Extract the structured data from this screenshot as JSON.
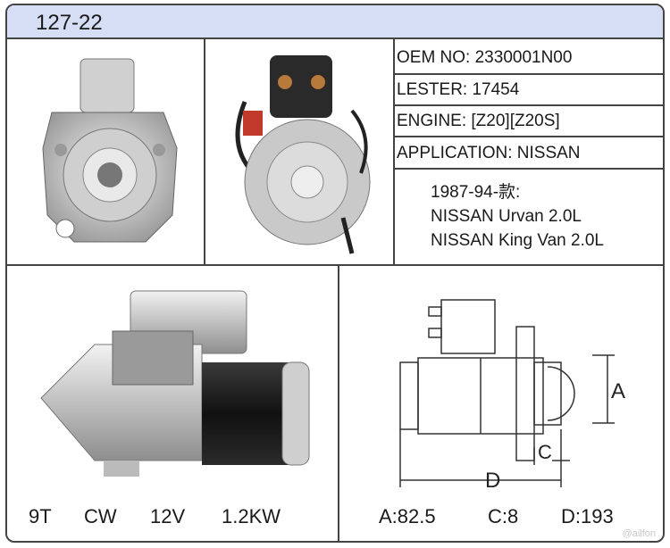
{
  "title": "127-22",
  "info": {
    "oem": "OEM NO:  2330001N00",
    "lester": "LESTER:  17454",
    "engine": "ENGINE:  [Z20][Z20S]",
    "application": "APPLICATION:  NISSAN"
  },
  "application_lines": [
    "1987-94-款:",
    "NISSAN Urvan 2.0L",
    "NISSAN King Van 2.0L"
  ],
  "specs": [
    "9T",
    "CW",
    "12V",
    "1.2KW"
  ],
  "diagram_labels": {
    "a": "A",
    "c": "C",
    "d": "D"
  },
  "dimensions": [
    "A:82.5",
    "C:8",
    "D:193"
  ],
  "watermark": "@ailfon"
}
